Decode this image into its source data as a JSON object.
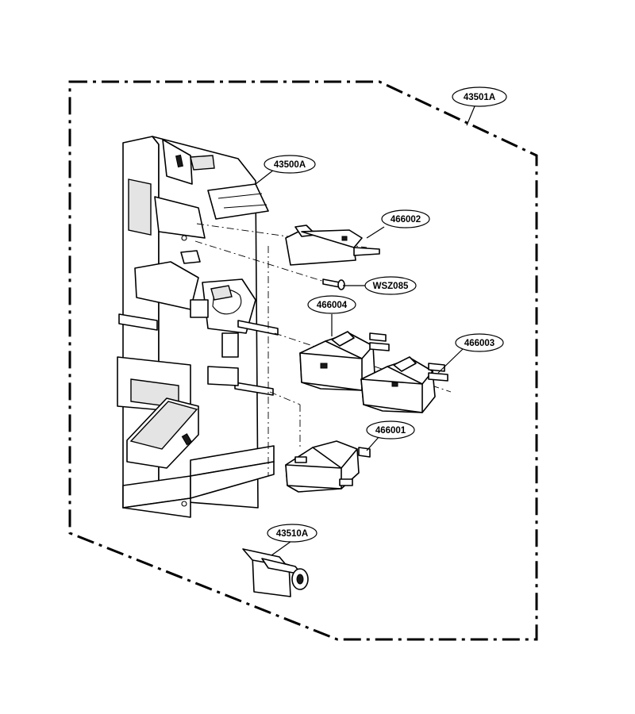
{
  "callouts": {
    "assembly": "43501A",
    "frame": "43500A",
    "switch_top": "466002",
    "screw": "WSZ085",
    "switch_mid": "466004",
    "switch_right": "466003",
    "switch_bottom": "466001",
    "lever": "43510A"
  }
}
